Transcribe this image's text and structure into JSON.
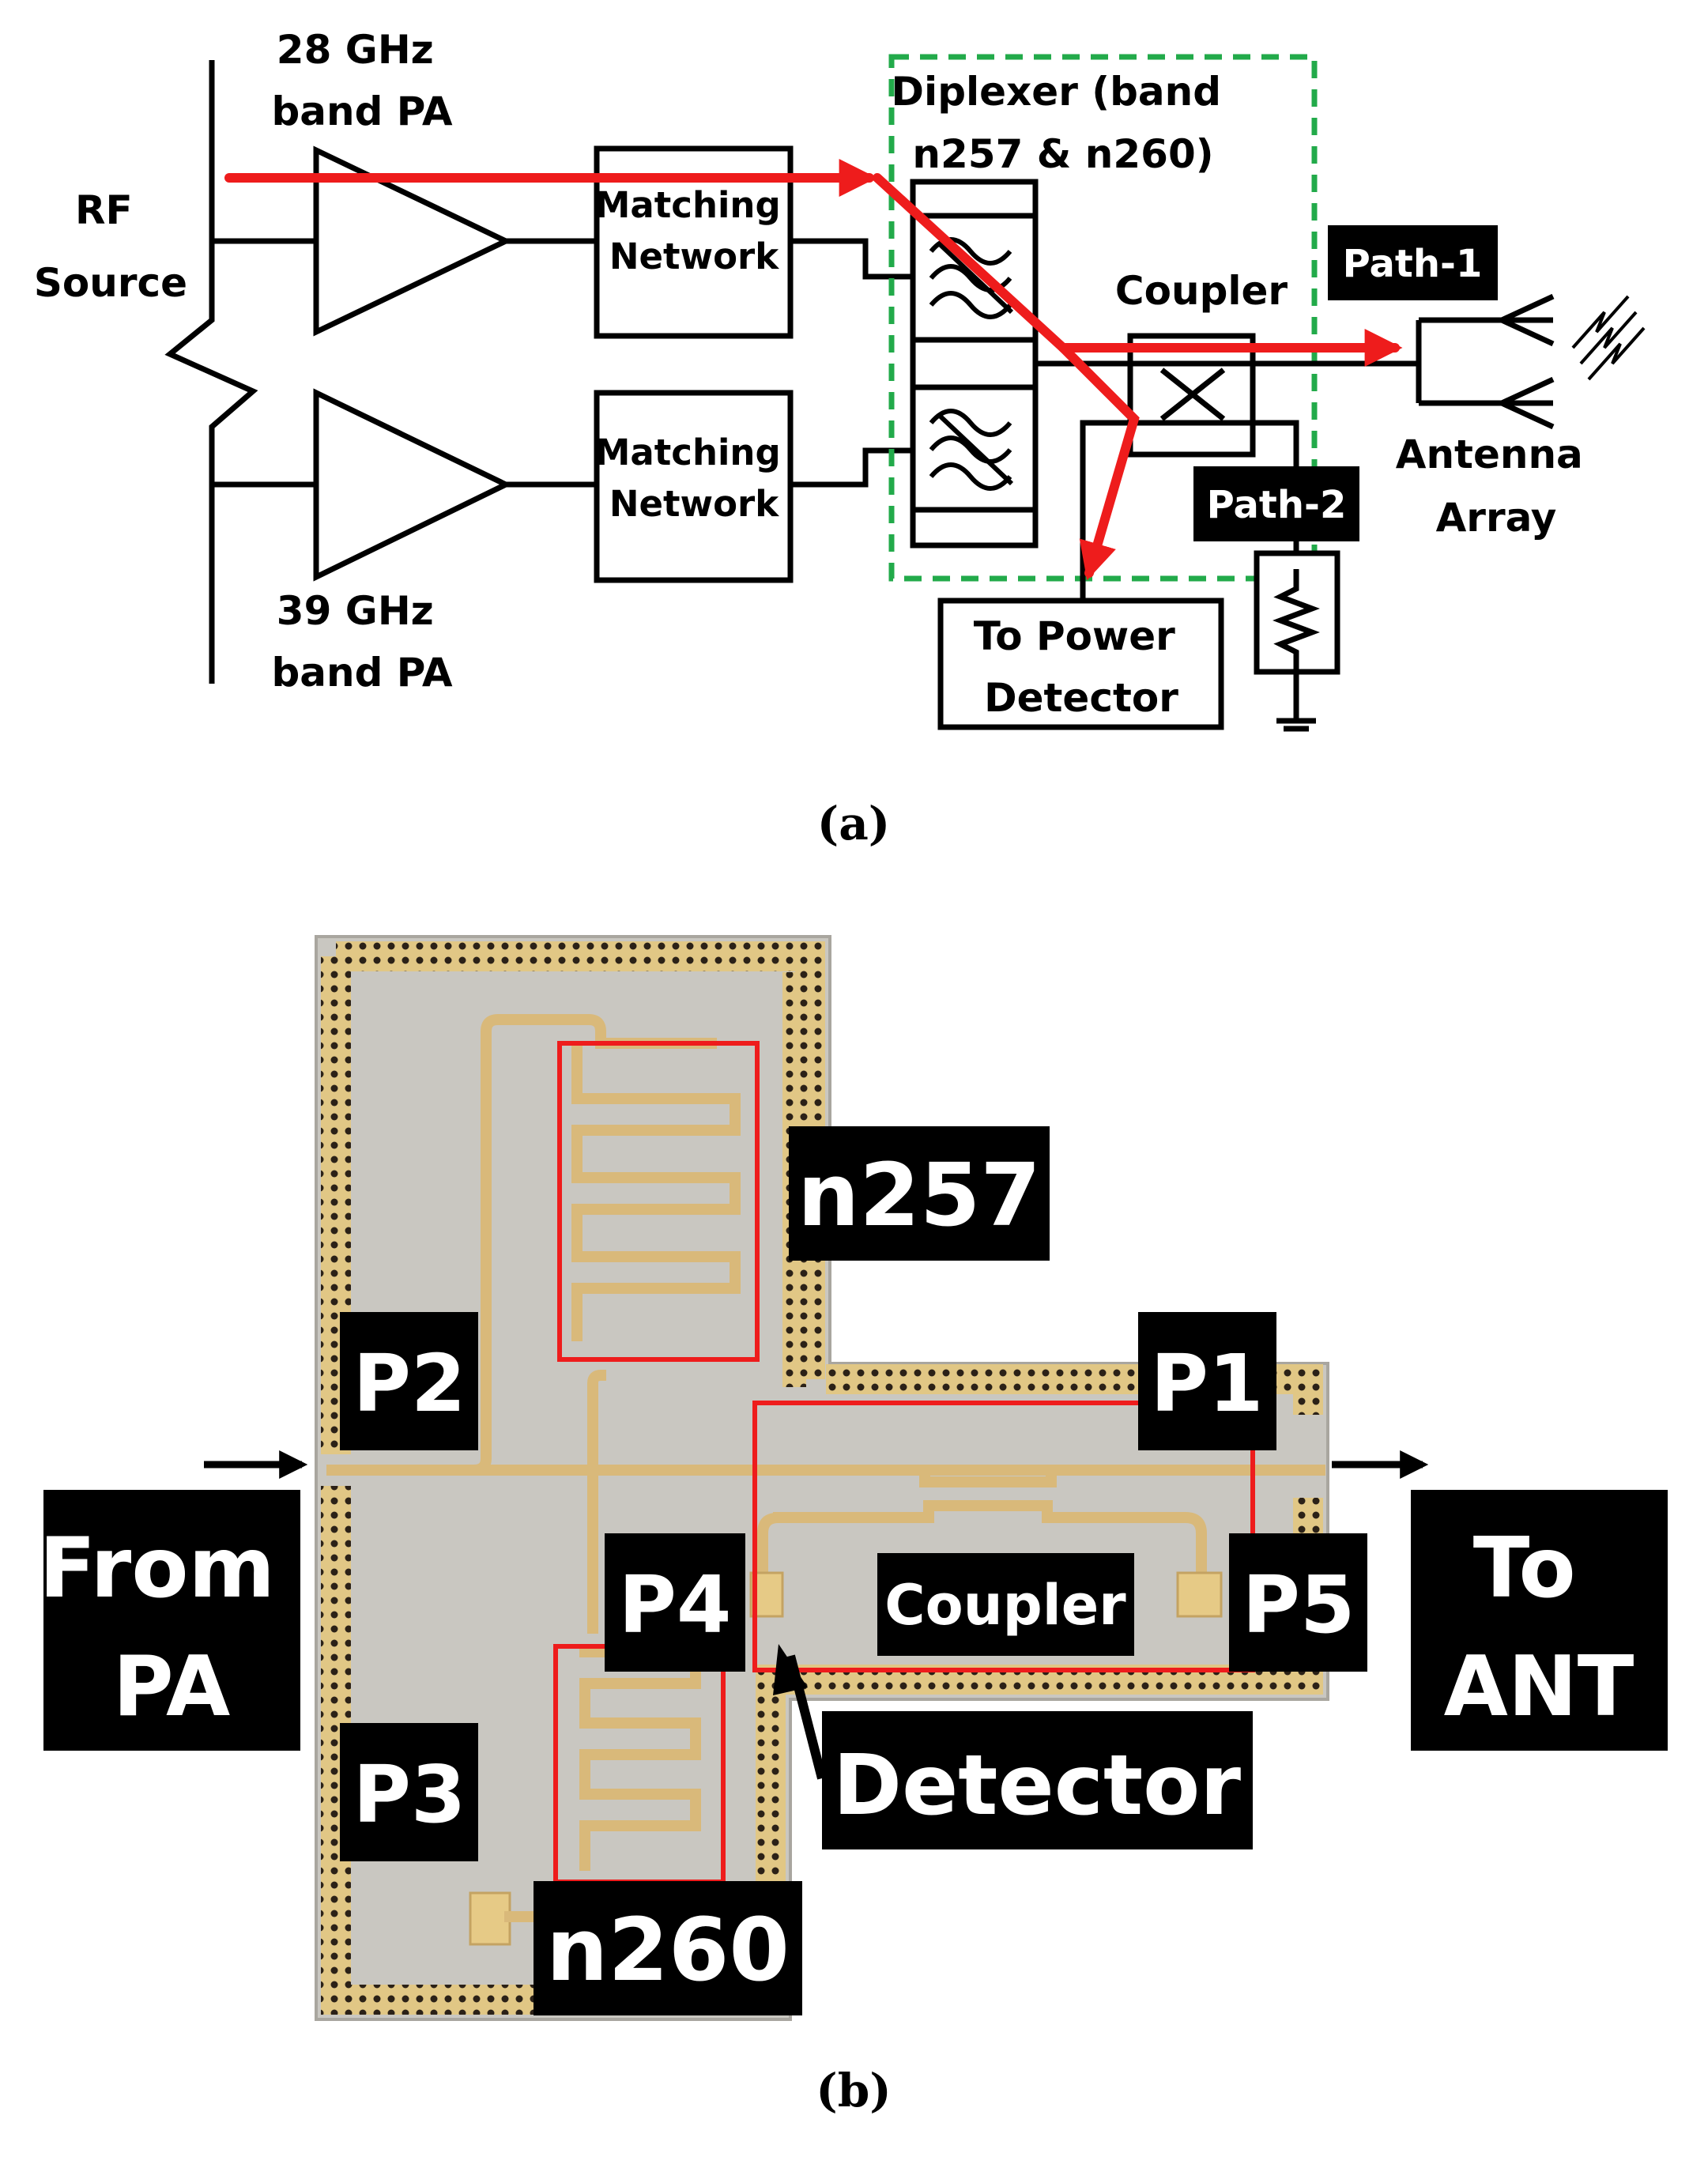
{
  "part_a": {
    "rf_source": [
      "RF",
      "Source"
    ],
    "pa_28": [
      "28 GHz",
      "band PA"
    ],
    "pa_39": [
      "39 GHz",
      "band PA"
    ],
    "matching_network": [
      "Matching",
      "Network"
    ],
    "diplexer": [
      "Diplexer (band",
      "n257 & n260)"
    ],
    "coupler": "Coupler",
    "path1": "Path-1",
    "path2": "Path-2",
    "antenna": [
      "Antenna",
      "Array"
    ],
    "power_detector": [
      "To Power",
      "Detector"
    ],
    "caption": "(a)"
  },
  "part_b": {
    "n257": "n257",
    "n260": "n260",
    "p1": "P1",
    "p2": "P2",
    "p3": "P3",
    "p4": "P4",
    "p5": "P5",
    "coupler": "Coupler",
    "detector": "Detector",
    "from_pa": [
      "From",
      "PA"
    ],
    "to_ant": [
      "To",
      "ANT"
    ],
    "caption": "(b)"
  },
  "colors": {
    "signal_path": "#ee1c1c",
    "diplexer_outline": "#22aa4a",
    "region_outline": "#ee1c1c",
    "label_bg": "#000000",
    "chip_substrate": "#c9c7c1",
    "chip_metal": "#d9b97a"
  }
}
